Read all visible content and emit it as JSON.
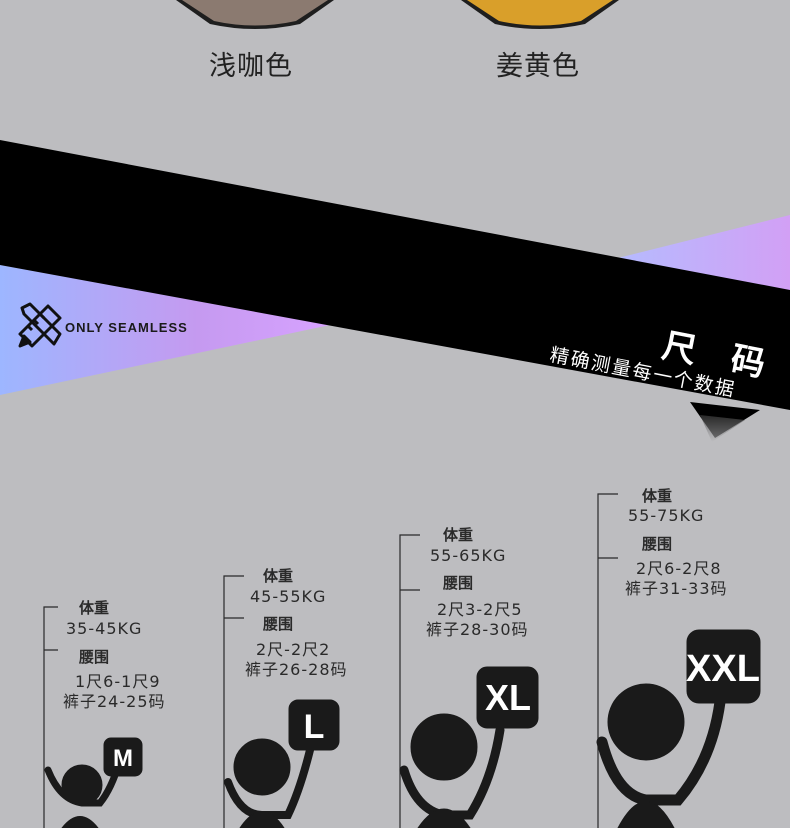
{
  "colors": {
    "background": "#bdbdc0",
    "band": "#000000",
    "swatch_mocha": "#8b7a70",
    "swatch_ginger": "#d99f2a",
    "figure": "#1a1a1a"
  },
  "swatches": [
    {
      "label": "浅咖色"
    },
    {
      "label": "姜黄色"
    }
  ],
  "banner": {
    "brand": "ONLY SEAMLESS",
    "brand_icon": "pencil-ruler-icon",
    "title": "尺 码",
    "subtitle": "精确测量每一个数据"
  },
  "sizes": [
    {
      "badge": "M",
      "weight_label": "体重",
      "weight": "35-45KG",
      "waist_label": "腰围",
      "waist": "1尺6-1尺9",
      "pants": "裤子24-25码"
    },
    {
      "badge": "L",
      "weight_label": "体重",
      "weight": "45-55KG",
      "waist_label": "腰围",
      "waist": "2尺-2尺2",
      "pants": "裤子26-28码"
    },
    {
      "badge": "XL",
      "weight_label": "体重",
      "weight": "55-65KG",
      "waist_label": "腰围",
      "waist": "2尺3-2尺5",
      "pants": "裤子28-30码"
    },
    {
      "badge": "XXL",
      "weight_label": "体重",
      "weight": "55-75KG",
      "waist_label": "腰围",
      "waist": "2尺6-2尺8",
      "pants": "裤子31-33码"
    }
  ]
}
